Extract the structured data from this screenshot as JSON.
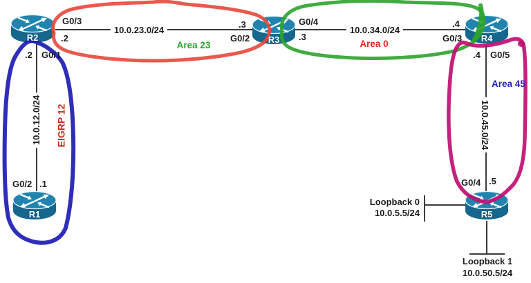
{
  "routers": [
    {
      "name": "R1"
    },
    {
      "name": "R2"
    },
    {
      "name": "R3"
    },
    {
      "name": "R4"
    },
    {
      "name": "R5"
    }
  ],
  "links": {
    "r2r3": {
      "subnet": "10.0.23.0/24",
      "area_label": "Area 23",
      "r2_if": "G0/3",
      "r2_ip": ".2",
      "r3_ip": ".3",
      "r3_if": "G0/2"
    },
    "r3r4": {
      "subnet": "10.0.34.0/24",
      "area_label": "Area 0",
      "r3_if": "G0/4",
      "r3_ip": ".3",
      "r4_ip": ".4",
      "r4_if": "G0/3"
    },
    "r1r2": {
      "subnet": "10.0.12.0/24",
      "area_label": "EIGRP 12",
      "r2_ip": ".2",
      "r2_if": "G0/1",
      "r1_if": "G0/2",
      "r1_ip": ".1"
    },
    "r4r5": {
      "subnet": "10.0.45.0/24",
      "area_label": "Area 45",
      "r4_ip": ".4",
      "r4_if": "G0/5",
      "r5_if": "G0/4",
      "r5_ip": ".5"
    }
  },
  "loopbacks": {
    "loopback0": {
      "label": "Loopback 0",
      "subnet": "10.0.5.5/24"
    },
    "loopback1": {
      "label": "Loopback 1",
      "subnet": "10.0.50.5/24"
    }
  },
  "colors": {
    "router_top": "#2084ae",
    "router_body": "#15678e",
    "link_line": "#3b3b3b",
    "eigrp_loop": "#1c1cb4",
    "area23_loop": "#e8473b",
    "area0_loop": "#2ca32c",
    "area45_loop": "#c00f72",
    "area23_text": "#2aa52a",
    "area0_text": "#e6251c",
    "area45_text": "#2424bb",
    "eigrp_text": "#cc2a20"
  }
}
